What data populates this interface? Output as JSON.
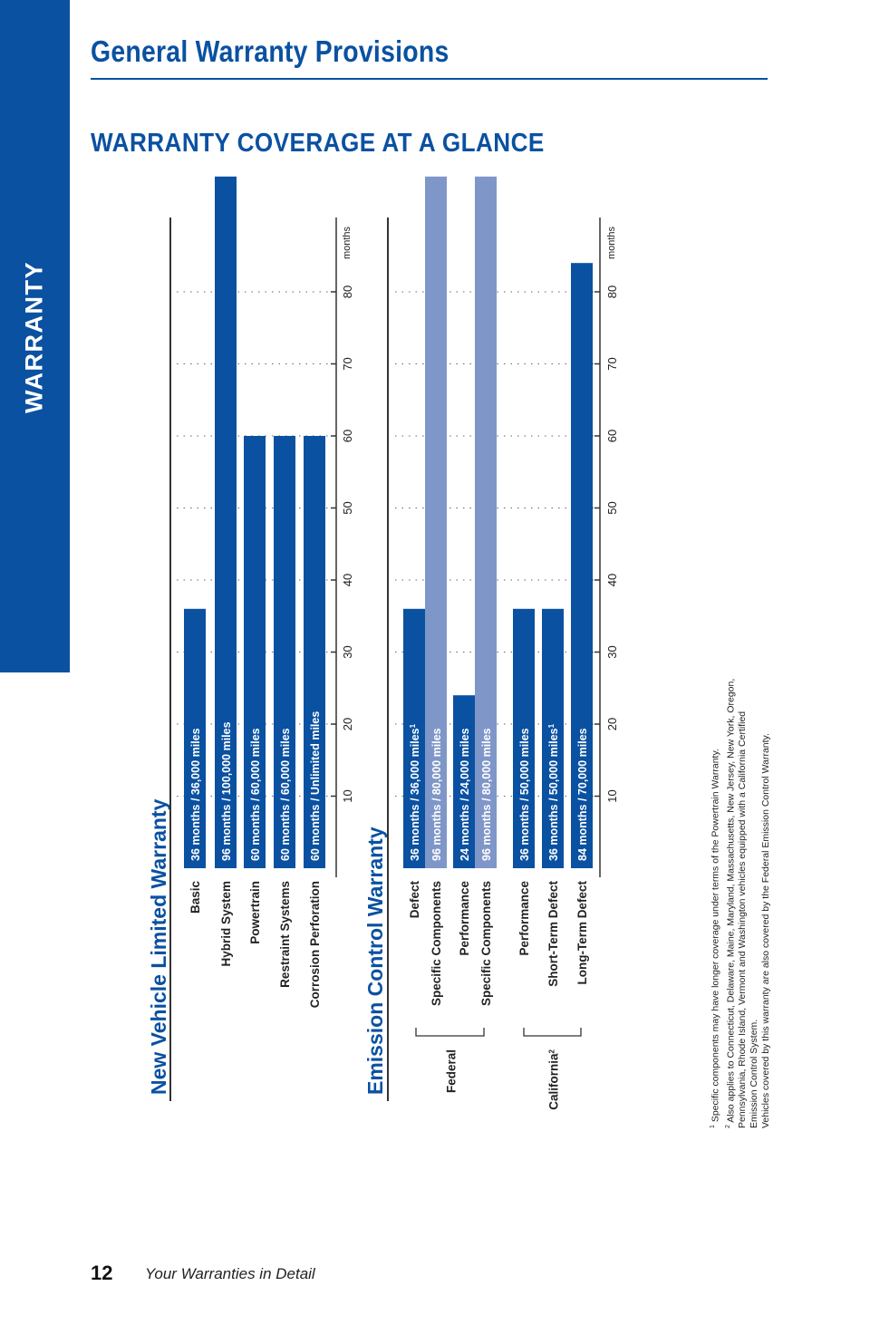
{
  "side_tab": {
    "label": "WARRANTY"
  },
  "header": {
    "title": "General Warranty Provisions"
  },
  "section": {
    "title": "WARRANTY COVERAGE AT A GLANCE"
  },
  "colors": {
    "brand_blue": "#0a51a1",
    "light_blue": "#7f96c8"
  },
  "chart_data": [
    {
      "type": "bar",
      "title": "New Vehicle Limited Warranty",
      "unit": "months",
      "axis_ticks": [
        10,
        20,
        30,
        40,
        50,
        60,
        70,
        80
      ],
      "axis_range": [
        0,
        90
      ],
      "bars": [
        {
          "label": "Basic",
          "months": 36,
          "text": "36 months  /  36,000 miles"
        },
        {
          "label": "Hybrid System",
          "months": 96,
          "text": "96 months / 100,000 miles"
        },
        {
          "label": "Powertrain",
          "months": 60,
          "text": "60 months  /  60,000 miles"
        },
        {
          "label": "Restraint Systems",
          "months": 60,
          "text": "60 months  /  60,000 miles"
        },
        {
          "label": "Corrosion Perforation",
          "months": 60,
          "text": "60 months  /  Unlimited miles"
        }
      ]
    },
    {
      "type": "bar",
      "title": "Emission Control Warranty",
      "unit": "months",
      "axis_ticks": [
        10,
        20,
        30,
        40,
        50,
        60,
        70,
        80
      ],
      "axis_range": [
        0,
        90
      ],
      "groups": [
        {
          "label": "Federal",
          "sup": ""
        },
        {
          "label": "California",
          "sup": "2"
        }
      ],
      "bars": [
        {
          "label": "Defect",
          "months": 36,
          "text": "36 months  /  36,000 miles",
          "sup": "1",
          "shade": "dark"
        },
        {
          "label": "Specific Components",
          "months": 96,
          "text": "96 months  /  80,000 miles",
          "sup": "",
          "shade": "light"
        },
        {
          "label": "Performance",
          "months": 24,
          "text": "24 months  /  24,000 miles",
          "sup": "",
          "shade": "dark"
        },
        {
          "label": "Specific Components",
          "months": 96,
          "text": "96 months  /  80,000 miles",
          "sup": "",
          "shade": "light"
        },
        {
          "label": "Performance",
          "months": 36,
          "text": "36 months  /  50,000 miles",
          "sup": "",
          "shade": "dark"
        },
        {
          "label": "Short-Term Defect",
          "months": 36,
          "text": "36 months  /  50,000 miles",
          "sup": "1",
          "shade": "dark"
        },
        {
          "label": "Long-Term Defect",
          "months": 84,
          "text": "84 months  /  70,000 miles",
          "sup": "",
          "shade": "dark"
        }
      ]
    }
  ],
  "footnotes": {
    "f1_mark": "1",
    "f1": "Specific components may have longer coverage under terms of the Powertrain Warranty.",
    "f2_mark": "2",
    "f2_l1": "Also applies to Connecticut, Delaware, Maine, Maryland, Massachusetts, New Jersey, New York, Oregon,",
    "f2_l2": "Pennsylvania, Rhode Island, Vermont and Washington vehicles equipped with a California Certified",
    "f2_l3": "Emission Control System.",
    "f2_l4": "Vehicles covered by this warranty are also covered by the Federal Emission Control Warranty."
  },
  "footer": {
    "page_number": "12",
    "title": "Your Warranties in Detail"
  }
}
